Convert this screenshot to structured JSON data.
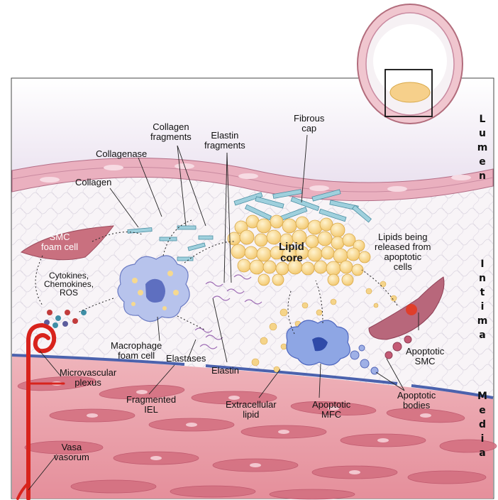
{
  "labels": {
    "collagen_fragments": [
      "Collagen",
      "fragments"
    ],
    "elastin_fragments": [
      "Elastin",
      "fragments"
    ],
    "fibrous_cap": [
      "Fibrous",
      "cap"
    ],
    "collagenase": "Collagenase",
    "collagen": "Collagen",
    "smc_foam_cell": [
      "SMC",
      "foam cell"
    ],
    "lipid_core": [
      "Lipid",
      "core"
    ],
    "lipids_released": [
      "Lipids being",
      "released from",
      "apoptotic",
      "cells"
    ],
    "cytokines": [
      "Cytokines,",
      "Chemokines,",
      "ROS"
    ],
    "macrophage_foam_cell": [
      "Macrophage",
      "foam cell"
    ],
    "elastases": "Elastases",
    "elastin": "Elastin",
    "apoptotic_smc": [
      "Apoptotic",
      "SMC"
    ],
    "microvascular_plexus": [
      "Microvascular",
      "plexus"
    ],
    "fragmented_iel": [
      "Fragmented",
      "IEL"
    ],
    "extracellular_lipid": [
      "Extracellular",
      "lipid"
    ],
    "apoptotic_mfc": [
      "Apoptotic",
      "MFC"
    ],
    "apoptotic_bodies": [
      "Apoptotic",
      "bodies"
    ],
    "vasa_vasorum": [
      "Vasa",
      "vasorum"
    ]
  },
  "layer_labels": {
    "lumen": "Lumen",
    "intima": "Intima",
    "media": "Media"
  },
  "colors": {
    "lumen_tint": "#e9e2f0",
    "intima_fill": "#f7f4f6",
    "media_fill": "#e8a0a8",
    "media_cell": "#d96e7e",
    "lipid": "#f4cf7a",
    "macrophage": "#a9b7e8",
    "vessel_red": "#d8231c",
    "iel_blue": "#5b72b8",
    "collagen": "#6fb6c8"
  }
}
